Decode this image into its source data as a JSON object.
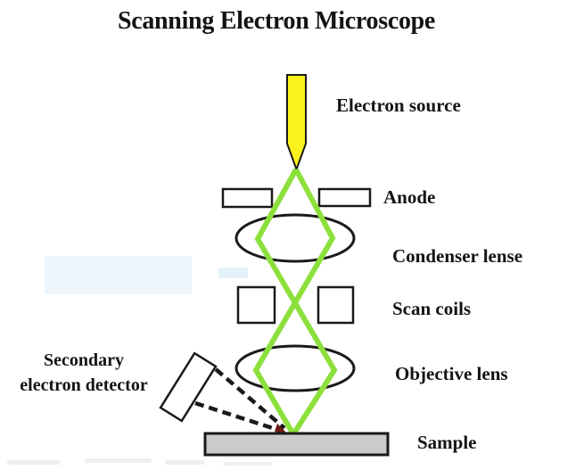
{
  "title": "Scanning Electron Microscope",
  "labels": {
    "electron_source": "Electron source",
    "anode": "Anode",
    "condenser_lens": "Condenser lense",
    "scan_coils": "Scan coils",
    "objective_lens": "Objective lens",
    "detector_line1": "Secondary",
    "detector_line2": "electron detector",
    "sample": "Sample"
  },
  "colors": {
    "beam_green": "#8DE03C",
    "source_yellow": "#FBF21D",
    "sample_gray": "#CBCBCB",
    "outline_black": "#1A1A1A",
    "plate_white": "#FFFFFF",
    "signal_arrow_red": "#6B1D12",
    "faint_highlight_blue": "#EAF4FB",
    "faint_strip_blue": "#DCEEf8",
    "smudge_gray": "#E3E3E3"
  }
}
